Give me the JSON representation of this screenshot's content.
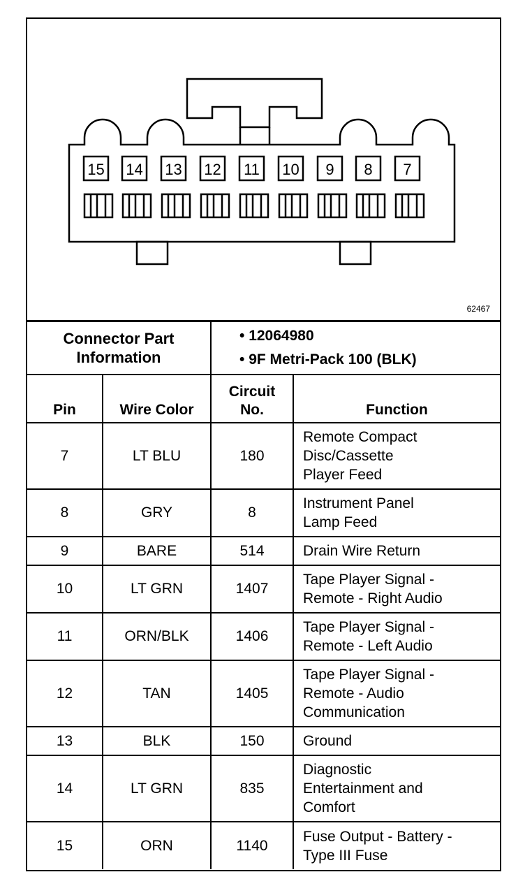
{
  "figure_id": "62467",
  "connector": {
    "pin_labels": [
      "15",
      "14",
      "13",
      "12",
      "11",
      "10",
      "9",
      "8",
      "7"
    ]
  },
  "part_info": {
    "label_line1": "Connector Part",
    "label_line2": "Information",
    "part_number": "12064980",
    "description": "9F Metri-Pack 100 (BLK)"
  },
  "headers": {
    "pin": "Pin",
    "wire_color": "Wire Color",
    "circuit_line1": "Circuit",
    "circuit_line2": "No.",
    "function": "Function"
  },
  "rows": [
    {
      "pin": "7",
      "wire": "LT BLU",
      "circuit": "180",
      "function": [
        "Remote Compact",
        "Disc/Cassette",
        "Player Feed"
      ]
    },
    {
      "pin": "8",
      "wire": "GRY",
      "circuit": "8",
      "function": [
        "Instrument Panel",
        "Lamp Feed"
      ]
    },
    {
      "pin": "9",
      "wire": "BARE",
      "circuit": "514",
      "function": [
        "Drain Wire Return"
      ]
    },
    {
      "pin": "10",
      "wire": "LT GRN",
      "circuit": "1407",
      "function": [
        "Tape Player Signal -",
        "Remote - Right Audio"
      ]
    },
    {
      "pin": "11",
      "wire": "ORN/BLK",
      "circuit": "1406",
      "function": [
        "Tape Player Signal -",
        "Remote - Left Audio"
      ]
    },
    {
      "pin": "12",
      "wire": "TAN",
      "circuit": "1405",
      "function": [
        "Tape Player Signal -",
        "Remote - Audio",
        "Communication"
      ]
    },
    {
      "pin": "13",
      "wire": "BLK",
      "circuit": "150",
      "function": [
        "Ground"
      ]
    },
    {
      "pin": "14",
      "wire": "LT GRN",
      "circuit": "835",
      "function": [
        "Diagnostic",
        "Entertainment and",
        "Comfort"
      ]
    },
    {
      "pin": "15",
      "wire": "ORN",
      "circuit": "1140",
      "function": [
        "Fuse Output - Battery -",
        "Type III Fuse"
      ]
    }
  ]
}
